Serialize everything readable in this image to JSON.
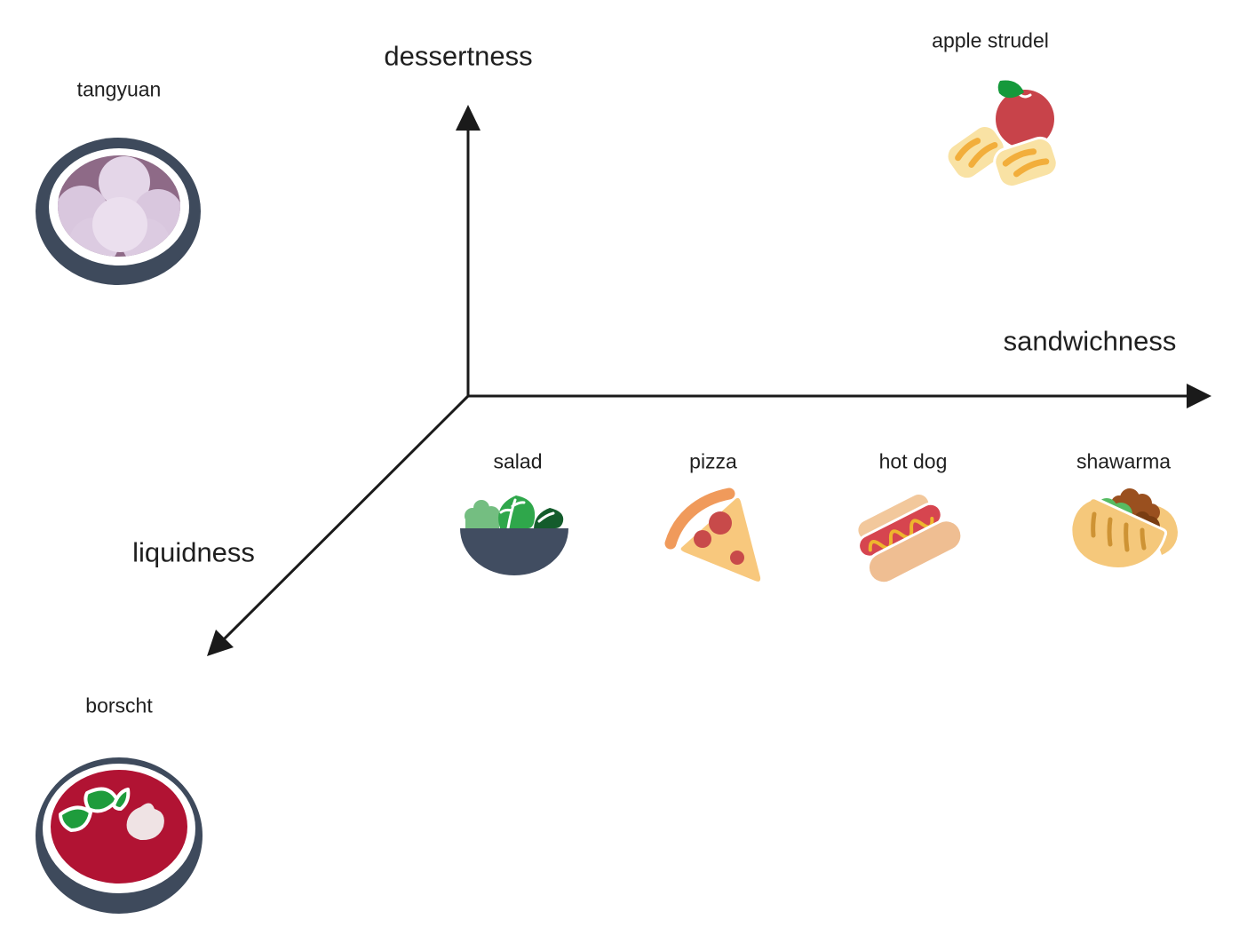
{
  "diagram": {
    "background": "#FFFFFF",
    "axis_color": "#1A1A1A",
    "text_color": "#1F1F1F"
  },
  "axes": {
    "vertical": {
      "label": "dessertness",
      "direction": "up"
    },
    "horizontal": {
      "label": "sandwichness",
      "direction": "right"
    },
    "diagonal": {
      "label": "liquidness",
      "direction": "down-left"
    }
  },
  "foods": [
    {
      "id": "tangyuan",
      "label": "tangyuan",
      "icon": "tangyuan-bowl-icon",
      "position": "upper-left area, high dessertness and liquidness"
    },
    {
      "id": "apple-strudel",
      "label": "apple strudel",
      "icon": "apple-strudel-icon",
      "position": "top-right, high dessertness and sandwichness"
    },
    {
      "id": "salad",
      "label": "salad",
      "icon": "salad-bowl-icon",
      "position": "first under sandwichness axis"
    },
    {
      "id": "pizza",
      "label": "pizza",
      "icon": "pizza-slice-icon",
      "position": "second under sandwichness axis"
    },
    {
      "id": "hot-dog",
      "label": "hot dog",
      "icon": "hot-dog-icon",
      "position": "third under sandwichness axis"
    },
    {
      "id": "shawarma",
      "label": "shawarma",
      "icon": "shawarma-pita-icon",
      "position": "fourth under sandwichness axis"
    },
    {
      "id": "borscht",
      "label": "borscht",
      "icon": "borscht-bowl-icon",
      "position": "bottom-left, far along liquidness axis"
    }
  ],
  "colors": {
    "bowl_dark_slate": "#3E4A5C",
    "tangyuan_broth": "#8E6A87",
    "tangyuan_ball": "#D9C7DE",
    "tangyuan_ball_light": "#EBDFEE",
    "borscht_soup": "#B11333",
    "garnish_green": "#1E9C3C",
    "sour_cream": "#EFE3E4",
    "salad_light_green": "#74BE81",
    "salad_mid_green": "#2FA74B",
    "salad_dark_green": "#145C2C",
    "pizza_body": "#F8C87D",
    "pizza_crust": "#F09A5B",
    "pepperoni_red": "#C84A4A",
    "bun_tan": "#EFBE92",
    "sausage_red": "#D6454F",
    "mustard_yellow": "#EEB52E",
    "pita_tan": "#F5C87B",
    "pita_stripe": "#CE9334",
    "meat_brown": "#9A501F",
    "meat_dark_brown": "#7A3D12",
    "apple_red": "#C8434A",
    "apple_leaf_green": "#15993B",
    "strudel_pastry": "#F9E2A4",
    "strudel_stripe": "#F2AE3B"
  }
}
